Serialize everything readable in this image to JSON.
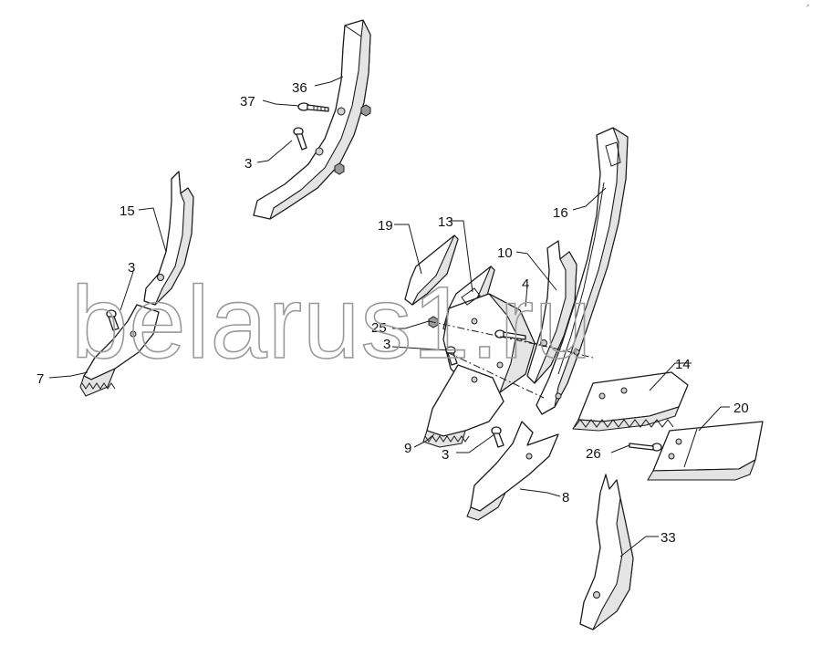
{
  "watermark": "belarus1.ru",
  "corner_mark": "↗",
  "callouts": {
    "p36": "36",
    "p37": "37",
    "p3_top": "3",
    "p15": "15",
    "p3_left": "3",
    "p7": "7",
    "p19": "19",
    "p13": "13",
    "p10": "10",
    "p16": "16",
    "p4": "4",
    "p25": "25",
    "p3_mid": "3",
    "p14": "14",
    "p9": "9",
    "p3_low": "3",
    "p20": "20",
    "p26": "26",
    "p8": "8",
    "p33": "33"
  }
}
